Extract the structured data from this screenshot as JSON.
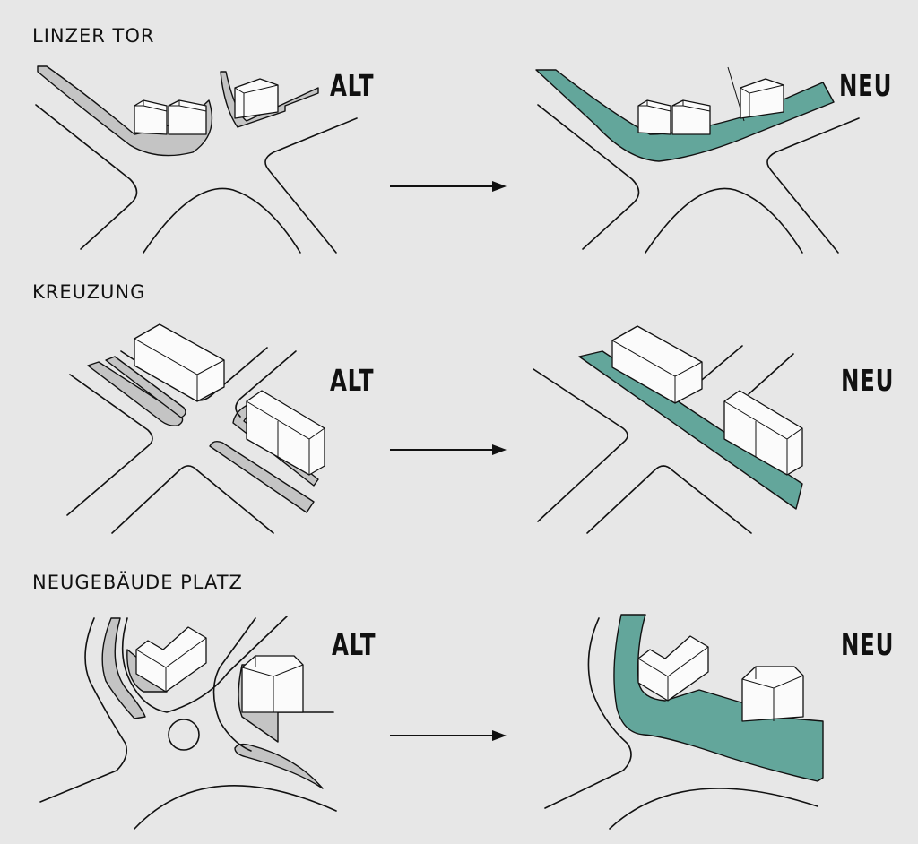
{
  "sections": [
    {
      "title": "LINZER TOR",
      "old_label": "ALT",
      "new_label": "NEU"
    },
    {
      "title": "KREUZUNG",
      "old_label": "ALT",
      "new_label": "NEU"
    },
    {
      "title": "NEUGEBÄUDE PLATZ",
      "old_label": "ALT",
      "new_label": "NEU"
    }
  ],
  "colors": {
    "background": "#e7e7e7",
    "old_surface_grey": "#c4c4c4",
    "new_surface_green": "#63a69b",
    "building_fill": "#fbfbfb",
    "line": "#111111"
  },
  "icons": [
    "arrow-right-icon"
  ]
}
